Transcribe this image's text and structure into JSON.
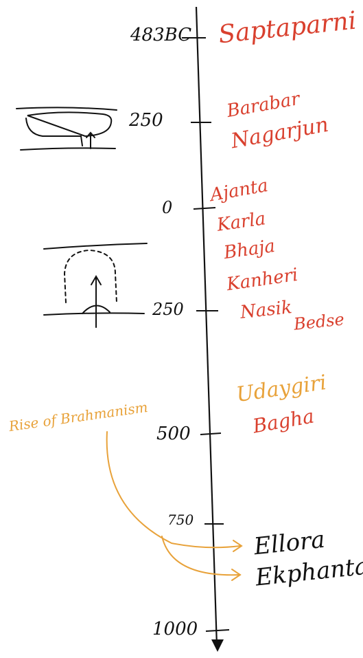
{
  "colors": {
    "ink": "#111111",
    "red": "#d9402e",
    "orange": "#e8a23a"
  },
  "timeline": {
    "ticks": [
      {
        "label": "483BC",
        "value": -483
      },
      {
        "label": "250",
        "value": -250
      },
      {
        "label": "0",
        "value": 0
      },
      {
        "label": "250",
        "value": 250
      },
      {
        "label": "500",
        "value": 500
      },
      {
        "label": "750",
        "value": 750
      },
      {
        "label": "1000",
        "value": 1000
      }
    ]
  },
  "sites": {
    "saptaparni": "Saptaparni",
    "barabar": "Barabar",
    "nagarjun": "Nagarjun",
    "ajanta": "Ajanta",
    "karla": "Karla",
    "bhaja": "Bhaja",
    "kanheri": "Kanheri",
    "nasik": "Nasik",
    "bedse": "Bedse",
    "udaygiri": "Udaygiri",
    "bagha": "Bagha",
    "ellora": "Ellora",
    "elephanta": "Ekphanta"
  },
  "annotation": {
    "brahmanism": "Rise of Brahmanism"
  },
  "icons": {
    "early_cave": "rock-cut-cave-sketch-icon",
    "chaitya": "chaitya-arch-sketch-icon"
  }
}
